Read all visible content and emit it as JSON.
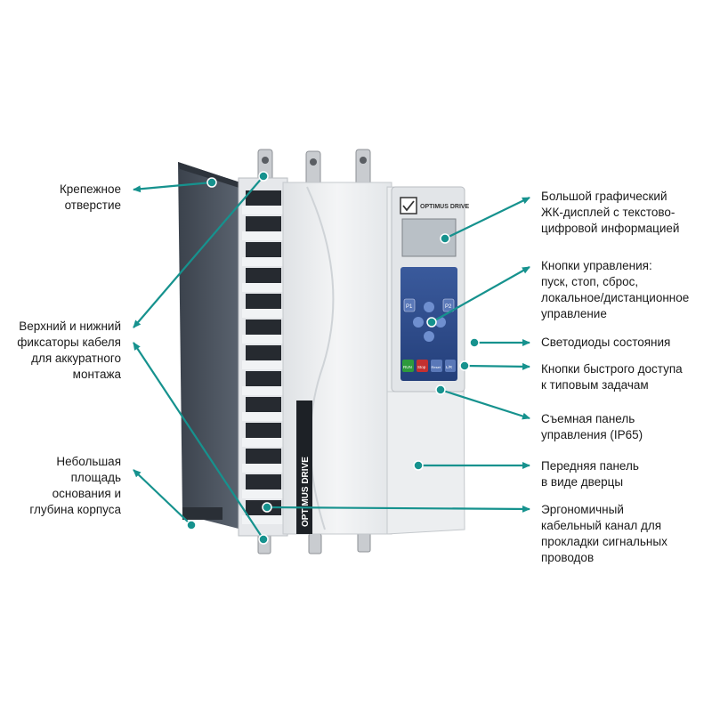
{
  "colors": {
    "accent": "#16928e",
    "device_body": "#eef0f2",
    "device_side": "#4d5561",
    "keypad": "#2f4c8c"
  },
  "device": {
    "brand_top": "OPTIMUS DRIVE",
    "brand_side": "OPTIMUS DRIVE",
    "keys": {
      "p1": "P1",
      "p2": "P2",
      "run": "RUN",
      "stop": "Stop",
      "reset": "Reset",
      "lr": "L/R"
    }
  },
  "labels": {
    "mounting_hole": [
      "Крепежное",
      "отверстие"
    ],
    "cable_clamps": [
      "Верхний и нижний",
      "фиксаторы кабеля",
      "для аккуратного",
      "монтажа"
    ],
    "small_footprint": [
      "Небольшая",
      "площадь",
      "основания и",
      "глубина корпуса"
    ],
    "lcd": [
      "Большой графический",
      "ЖК-дисплей с текстово-",
      "цифровой информацией"
    ],
    "control_buttons": [
      "Кнопки управления:",
      "пуск, стоп, сброс,",
      "локальное/дистанционное",
      "управление"
    ],
    "status_leds": [
      "Светодиоды состояния"
    ],
    "quick_keys": [
      "Кнопки быстрого доступа",
      "к типовым задачам"
    ],
    "removable_panel": [
      "Съемная панель",
      "управления (IP65)"
    ],
    "front_door": [
      "Передняя панель",
      "в виде дверцы"
    ],
    "cable_channel": [
      "Эргономичный",
      "кабельный канал для",
      "прокладки сигнальных",
      "проводов"
    ]
  }
}
